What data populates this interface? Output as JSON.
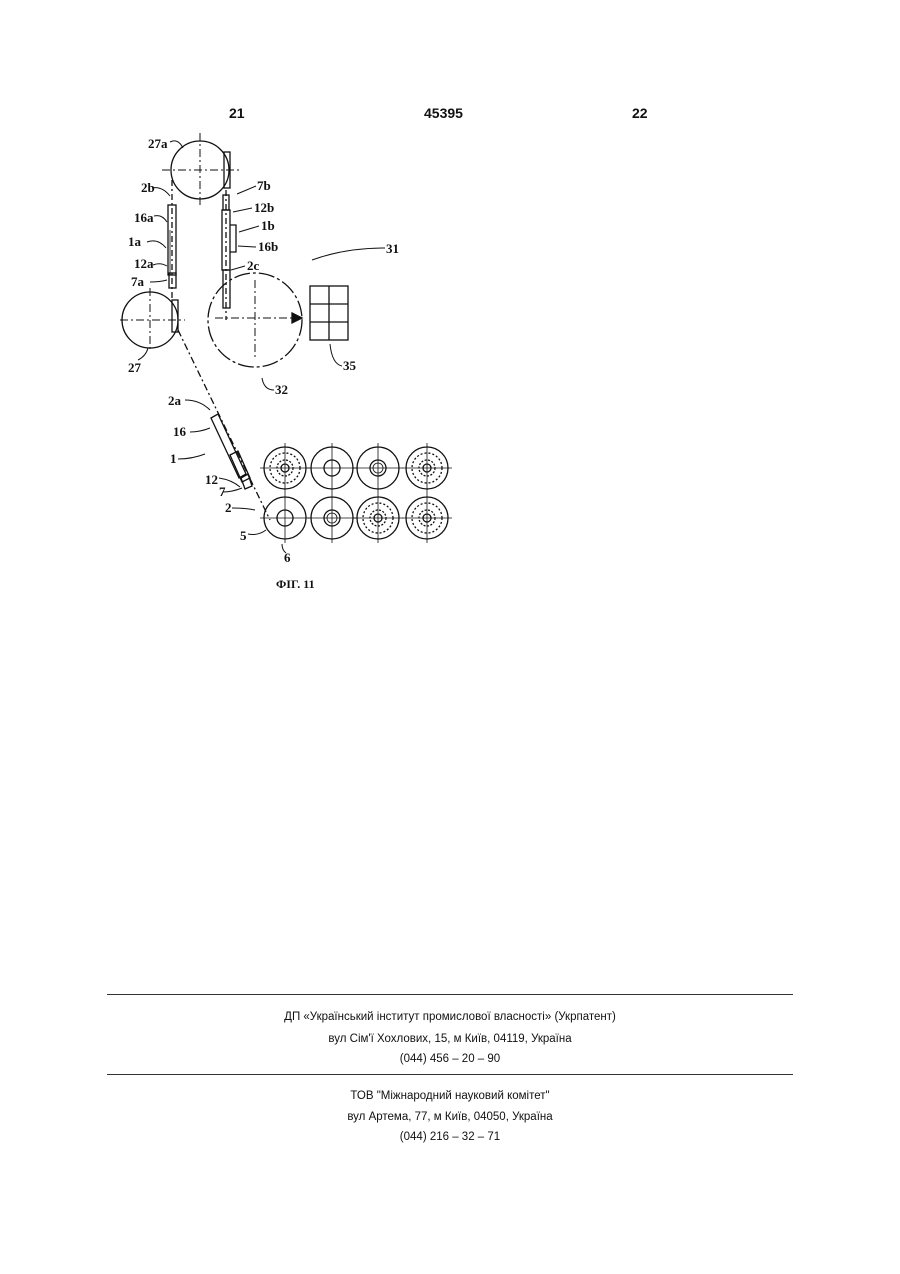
{
  "header": {
    "left_page": "21",
    "center_number": "45395",
    "right_page": "22"
  },
  "figure": {
    "caption": "ФІГ. 11",
    "labels": {
      "l27a": "27a",
      "l2b": "2b",
      "l16a": "16a",
      "l1a": "1a",
      "l12a": "12a",
      "l7a": "7a",
      "l27": "27",
      "l7b": "7b",
      "l12b": "12b",
      "l1b": "1b",
      "l16b": "16b",
      "l2c": "2c",
      "l31": "31",
      "l35": "35",
      "l32": "32",
      "l2a": "2a",
      "l16": "16",
      "l1": "1",
      "l12": "12",
      "l7": "7",
      "l2": "2",
      "l5": "5",
      "l6": "6"
    }
  },
  "footer": {
    "org1": {
      "name": "ДП «Український інститут промислової власності» (Укрпатент)",
      "address": "вул  Сім'ї Хохлових, 15, м  Київ, 04119, Україна",
      "phone": "(044) 456 – 20 –  90"
    },
    "org2": {
      "name": "ТОВ \"Міжнародний науковий комітет\"",
      "address": "вул  Артема, 77, м  Київ, 04050, Україна",
      "phone": "(044) 216 – 32 – 71"
    }
  }
}
